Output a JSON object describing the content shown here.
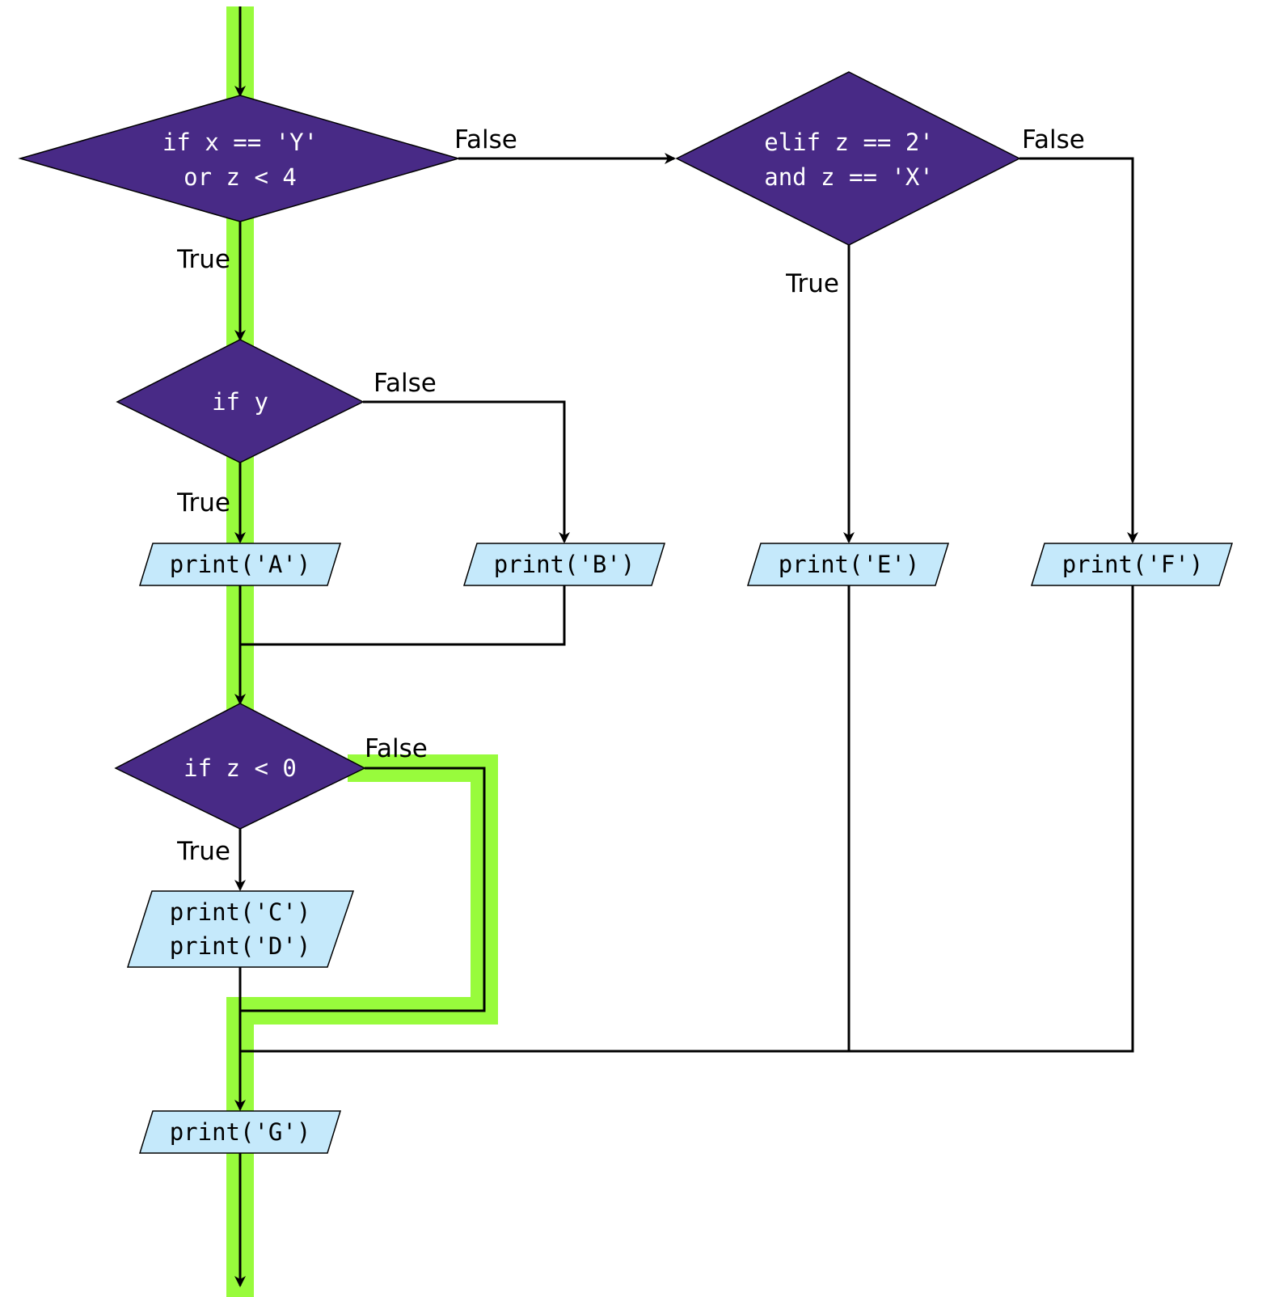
{
  "colors": {
    "decision_fill": "#482a86",
    "io_fill": "#c5e9fb",
    "highlight": "#98fb3c",
    "line": "#000000"
  },
  "decisions": {
    "d1": {
      "line1": "if x == 'Y'",
      "line2": "or z < 4"
    },
    "d2": {
      "line1": "if y"
    },
    "d3": {
      "line1": "if z < 0"
    },
    "d4": {
      "line1": "elif z == 2'",
      "line2": "and z == 'X'"
    }
  },
  "outputs": {
    "a": "print('A')",
    "b": "print('B')",
    "cd": {
      "line1": "print('C')",
      "line2": "print('D')"
    },
    "e": "print('E')",
    "f": "print('F')",
    "g": "print('G')"
  },
  "edge_labels": {
    "d1_true": "True",
    "d1_false": "False",
    "d2_true": "True",
    "d2_false": "False",
    "d3_true": "True",
    "d3_false": "False",
    "d4_true": "True",
    "d4_false": "False"
  }
}
